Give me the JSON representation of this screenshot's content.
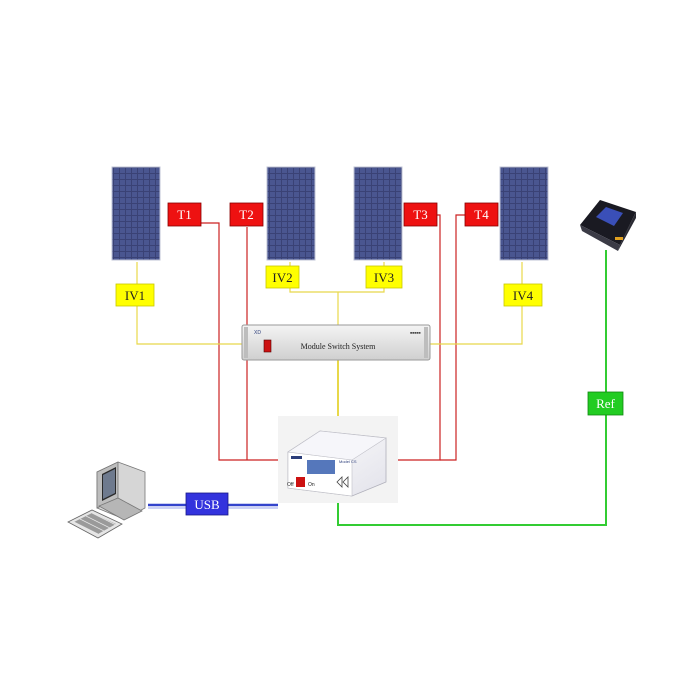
{
  "labels": {
    "t1": "T1",
    "t2": "T2",
    "t3": "T3",
    "t4": "T4",
    "iv1": "IV1",
    "iv2": "IV2",
    "iv3": "IV3",
    "iv4": "IV4",
    "usb": "USB",
    "ref": "Ref"
  },
  "switch_box": {
    "title": "Module Switch System"
  },
  "controller": {
    "model": "Model CS"
  },
  "colors": {
    "temp_label_bg": "#ee1111",
    "iv_label_bg": "#ffff00",
    "usb_bg": "#3333dd",
    "ref_bg": "#22cc22",
    "red_wire": "#cc2222",
    "yellow_wire": "#e8d84a",
    "green_wire": "#33cc33",
    "blue_wire": "#3344cc",
    "panel_cell": "#3a4275"
  },
  "icons": [
    "solar-panel-icon",
    "computer-icon",
    "reference-sensor-icon",
    "controller-icon",
    "switch-box-icon"
  ]
}
